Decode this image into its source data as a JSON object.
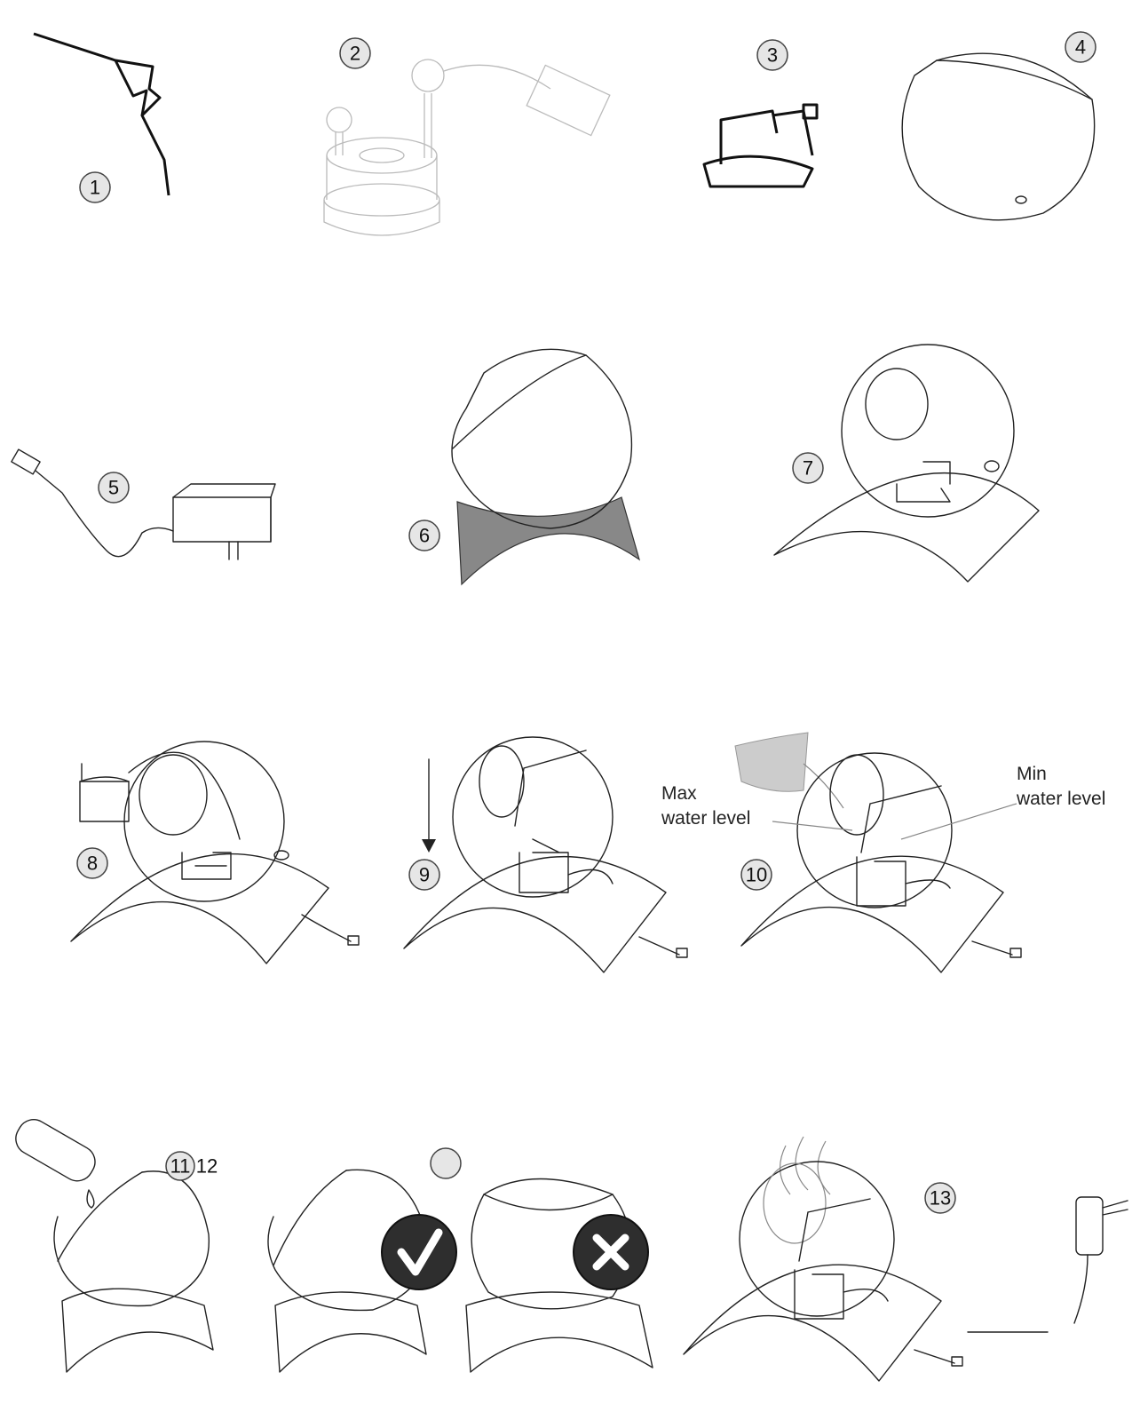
{
  "steps": {
    "s1": "1",
    "s2": "2",
    "s3": "3",
    "s4": "4",
    "s5": "5",
    "s6": "6",
    "s7": "7",
    "s8": "8",
    "s9": "9",
    "s10": "10",
    "s11": "11",
    "s12": "12",
    "s13": "13"
  },
  "labels": {
    "max_line1": "Max",
    "max_line2": "water level",
    "min_line1": "Min",
    "min_line2": "water level"
  },
  "colors": {
    "stand_fill": "#888888",
    "check_badge": "#333333",
    "cross_badge": "#333333"
  },
  "icons": {
    "check": "checkmark-icon",
    "cross": "cross-icon"
  }
}
